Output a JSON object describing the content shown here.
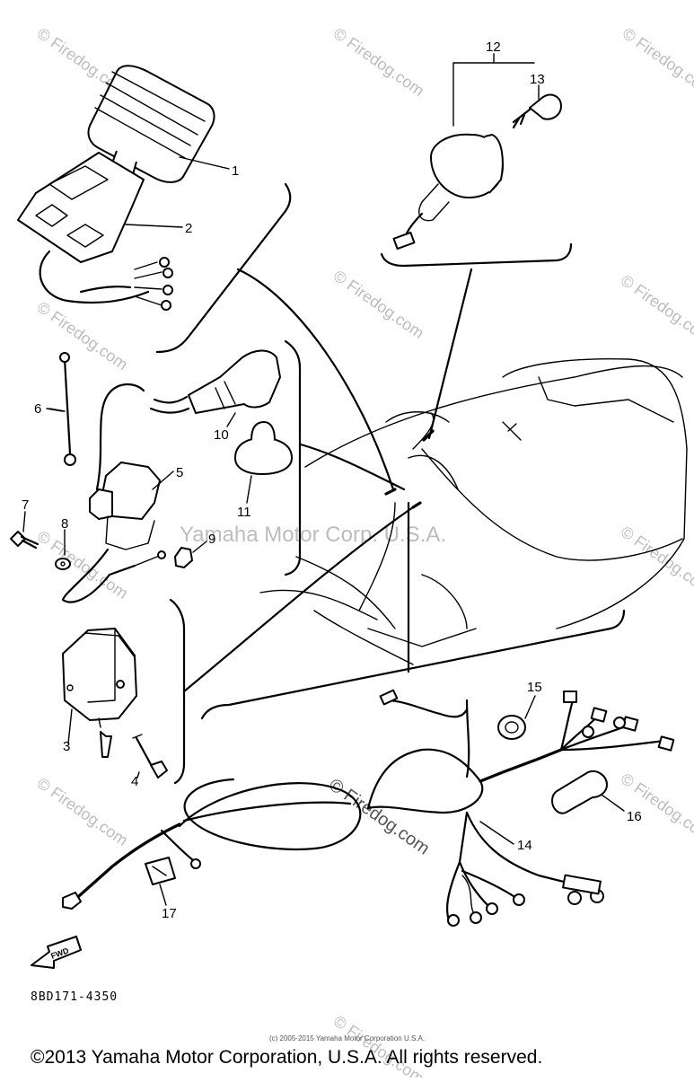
{
  "diagram": {
    "drawing_code": "8BD171-4350",
    "watermark_main": "Yamaha Motor Corp. U.S.A.",
    "watermark_firedog": "© Firedog.com",
    "tiny_credit": "(c) 2005-2015 Yamaha Motor Corporation U.S.A.",
    "copyright": "©2013 Yamaha Motor Corporation, U.S.A. All rights reserved.",
    "fwd_label": "FWD",
    "callouts": [
      "1",
      "2",
      "3",
      "4",
      "5",
      "6",
      "7",
      "8",
      "9",
      "10",
      "11",
      "12",
      "13",
      "14",
      "15",
      "16",
      "17"
    ]
  }
}
